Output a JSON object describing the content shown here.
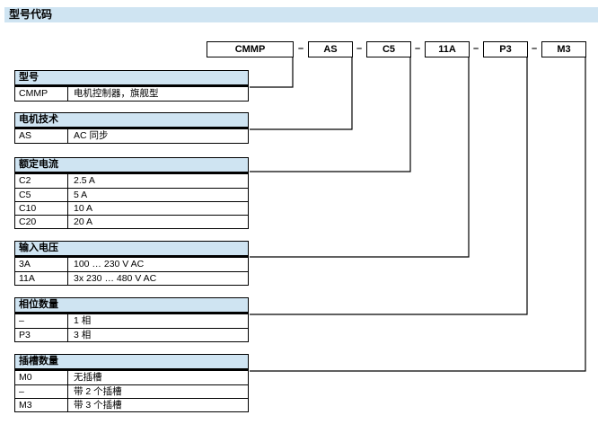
{
  "title_bar": {
    "label": "型号代码"
  },
  "code_row": {
    "separator": "–",
    "segments": [
      {
        "code": "CMMP"
      },
      {
        "code": "AS"
      },
      {
        "code": "C5"
      },
      {
        "code": "11A"
      },
      {
        "code": "P3"
      },
      {
        "code": "M3"
      }
    ]
  },
  "tables": [
    {
      "header": "型号",
      "rows": [
        {
          "code": "CMMP",
          "desc": "电机控制器，旗舰型"
        }
      ]
    },
    {
      "header": "电机技术",
      "rows": [
        {
          "code": "AS",
          "desc": "AC 同步"
        }
      ]
    },
    {
      "header": "额定电流",
      "rows": [
        {
          "code": "C2",
          "desc": "2.5 A"
        },
        {
          "code": "C5",
          "desc": "5 A"
        },
        {
          "code": "C10",
          "desc": "10 A"
        },
        {
          "code": "C20",
          "desc": "20 A"
        }
      ]
    },
    {
      "header": "输入电压",
      "rows": [
        {
          "code": "3A",
          "desc": "100 … 230 V AC"
        },
        {
          "code": "11A",
          "desc": "3x 230 … 480 V AC"
        }
      ]
    },
    {
      "header": "相位数量",
      "rows": [
        {
          "code": "–",
          "desc": "1 相"
        },
        {
          "code": "P3",
          "desc": "3 相"
        }
      ]
    },
    {
      "header": "插槽数量",
      "rows": [
        {
          "code": "M0",
          "desc": "无插槽"
        },
        {
          "code": "–",
          "desc": "带 2 个插槽"
        },
        {
          "code": "M3",
          "desc": "带 3 个插槽"
        }
      ]
    }
  ],
  "colors": {
    "header_bg": "#cfe4f2",
    "line": "#000000"
  }
}
